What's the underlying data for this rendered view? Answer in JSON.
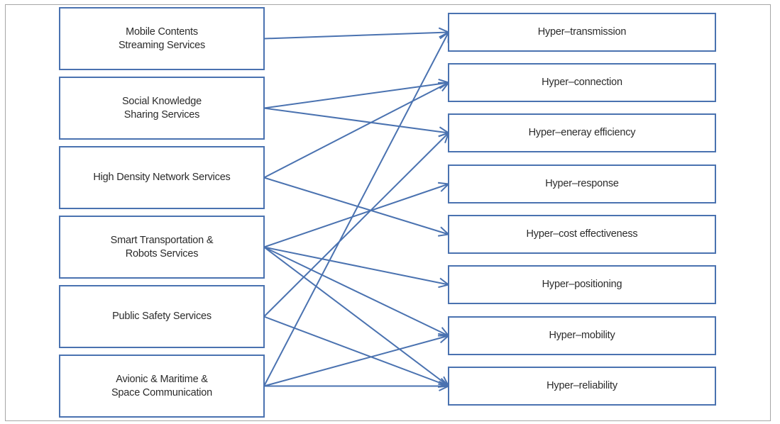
{
  "diagram": {
    "line_color": "#4a72b0",
    "services": [
      {
        "id": "mobile",
        "label": "Mobile Contents\nStreaming Services"
      },
      {
        "id": "social",
        "label": "Social Knowledge\nSharing Services"
      },
      {
        "id": "density",
        "label": "High Density Network Services"
      },
      {
        "id": "smart",
        "label": "Smart Transportation &\nRobots Services"
      },
      {
        "id": "safety",
        "label": "Public Safety Services"
      },
      {
        "id": "avionic",
        "label": "Avionic & Maritime &\nSpace Communication"
      }
    ],
    "requirements": [
      {
        "id": "transmission",
        "label": "Hyper–transmission"
      },
      {
        "id": "connection",
        "label": "Hyper–connection"
      },
      {
        "id": "energy",
        "label": "Hyper–eneray efficiency"
      },
      {
        "id": "response",
        "label": "Hyper–response"
      },
      {
        "id": "cost",
        "label": "Hyper–cost effectiveness"
      },
      {
        "id": "positioning",
        "label": "Hyper–positioning"
      },
      {
        "id": "mobility",
        "label": "Hyper–mobility"
      },
      {
        "id": "reliability",
        "label": "Hyper–reliability"
      }
    ],
    "links": [
      {
        "from": "mobile",
        "to": "transmission"
      },
      {
        "from": "social",
        "to": "connection"
      },
      {
        "from": "social",
        "to": "energy"
      },
      {
        "from": "density",
        "to": "connection"
      },
      {
        "from": "density",
        "to": "cost"
      },
      {
        "from": "smart",
        "to": "response"
      },
      {
        "from": "smart",
        "to": "positioning"
      },
      {
        "from": "smart",
        "to": "mobility"
      },
      {
        "from": "smart",
        "to": "reliability"
      },
      {
        "from": "safety",
        "to": "energy"
      },
      {
        "from": "safety",
        "to": "reliability"
      },
      {
        "from": "avionic",
        "to": "transmission"
      },
      {
        "from": "avionic",
        "to": "mobility"
      },
      {
        "from": "avionic",
        "to": "reliability"
      }
    ]
  }
}
